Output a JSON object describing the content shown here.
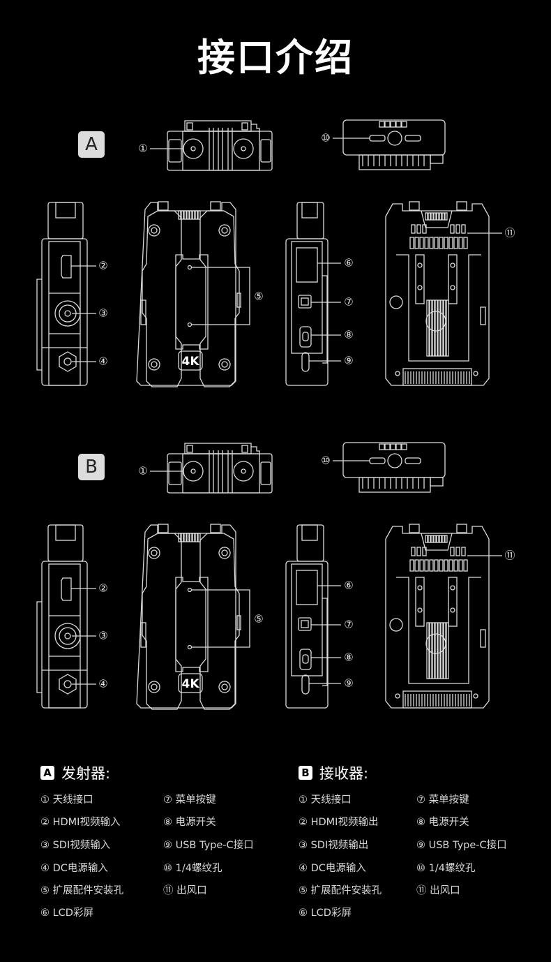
{
  "title": "接口介绍",
  "sections": [
    {
      "badge": "A"
    },
    {
      "badge": "B"
    }
  ],
  "device_label": "4K",
  "callouts": [
    "①",
    "②",
    "③",
    "④",
    "⑤",
    "⑥",
    "⑦",
    "⑧",
    "⑨",
    "⑩",
    "⑪"
  ],
  "legend": [
    {
      "badge": "A",
      "heading": "发射器:",
      "col1": [
        "① 天线接口",
        "② HDMI视频输入",
        "③ SDI视频输入",
        "④ DC电源输入",
        "⑤ 扩展配件安装孔",
        "⑥ LCD彩屏"
      ],
      "col2": [
        "⑦ 菜单按键",
        "⑧ 电源开关",
        "⑨ USB Type-C接口",
        "⑩ 1/4螺纹孔",
        "⑪ 出风口"
      ]
    },
    {
      "badge": "B",
      "heading": "接收器:",
      "col1": [
        "① 天线接口",
        "② HDMI视频输出",
        "③ SDI视频输出",
        "④ DC电源输入",
        "⑤ 扩展配件安装孔",
        "⑥ LCD彩屏"
      ],
      "col2": [
        "⑦ 菜单按键",
        "⑧ 电源开关",
        "⑨ USB Type-C接口",
        "⑩ 1/4螺纹孔",
        "⑪ 出风口"
      ]
    }
  ],
  "colors": {
    "background": "#000000",
    "line": "#dcdcdc",
    "badge": "#dcdcdc"
  }
}
